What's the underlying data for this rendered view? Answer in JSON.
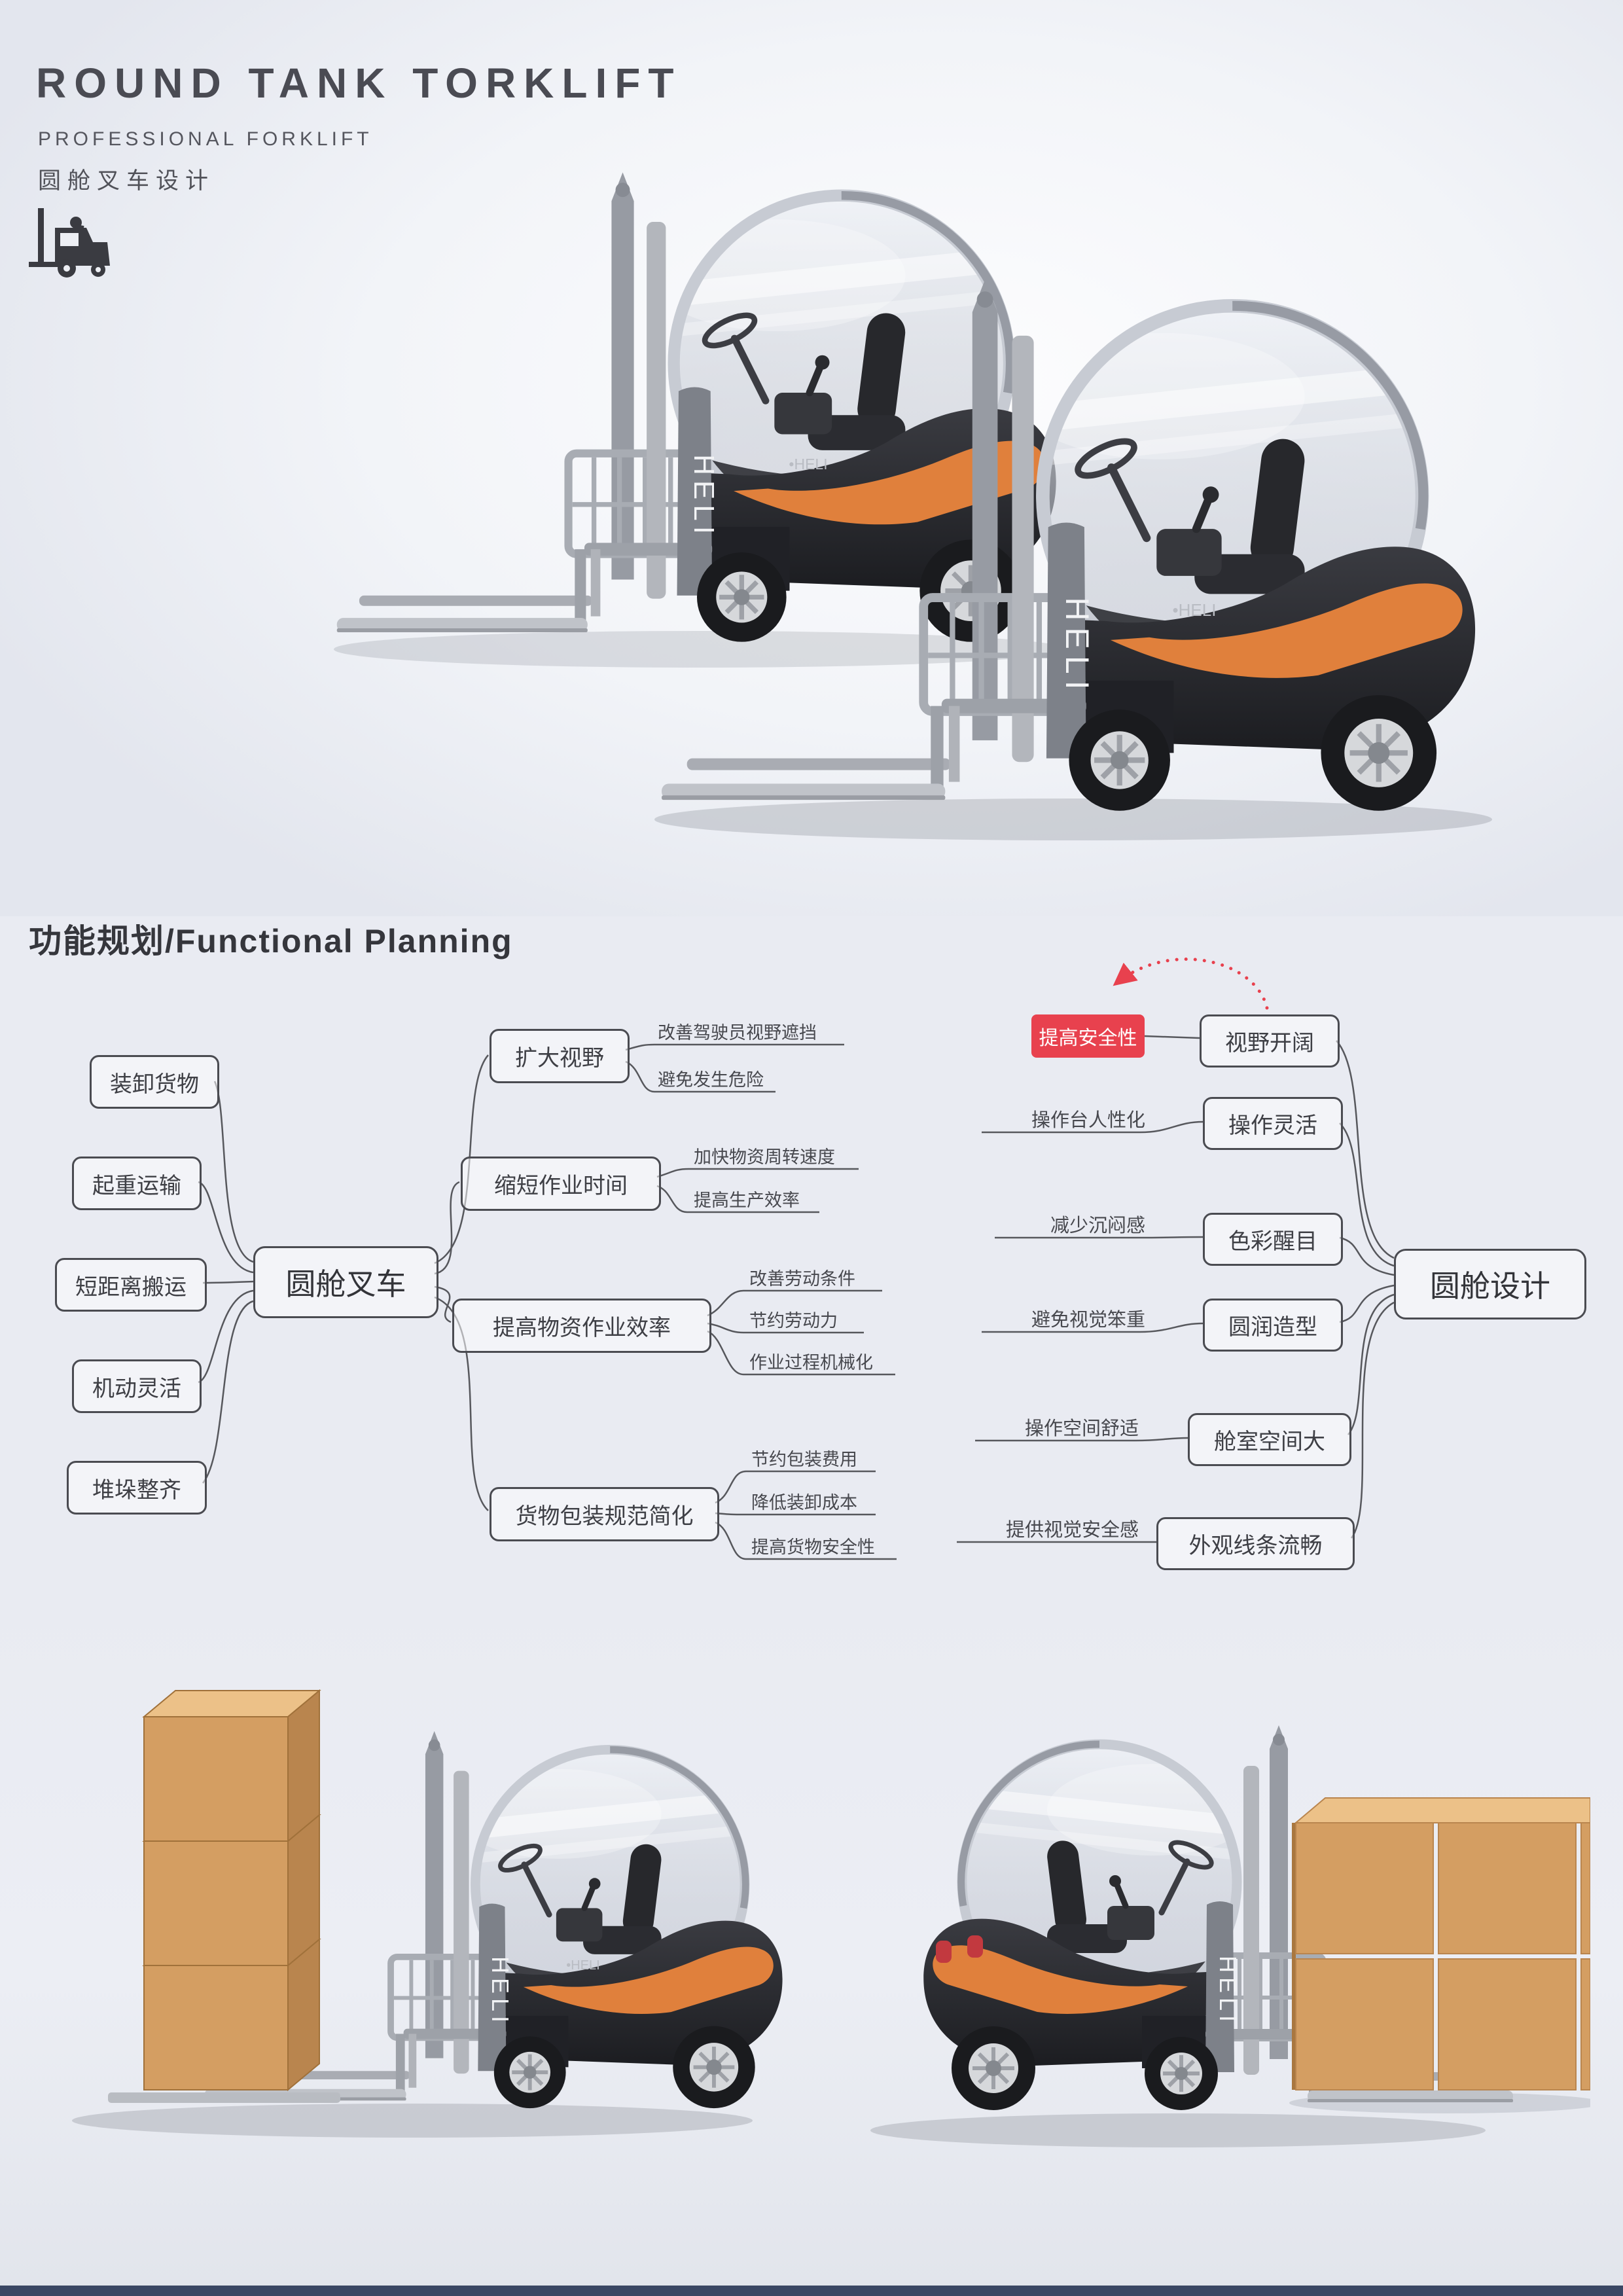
{
  "header": {
    "title": "ROUND TANK TORKLIFT",
    "subtitle": "PROFESSIONAL FORKLIFT",
    "subtitle_cn": "圆舱叉车设计"
  },
  "planning": {
    "heading": "功能规划/Functional Planning"
  },
  "mindmap_left": {
    "center": "圆舱叉车",
    "left_nodes": [
      "装卸货物",
      "起重运输",
      "短距离搬运",
      "机动灵活",
      "堆垛整齐"
    ],
    "branches": [
      {
        "label": "扩大视野",
        "leaves": [
          "改善驾驶员视野遮挡",
          "避免发生危险"
        ]
      },
      {
        "label": "缩短作业时间",
        "leaves": [
          "加快物资周转速度",
          "提高生产效率"
        ]
      },
      {
        "label": "提高物资作业效率",
        "leaves": [
          "改善劳动条件",
          "节约劳动力",
          "作业过程机械化"
        ]
      },
      {
        "label": "货物包装规范简化",
        "leaves": [
          "节约包装费用",
          "降低装卸成本",
          "提高货物安全性"
        ]
      }
    ]
  },
  "mindmap_right": {
    "center": "圆舱设计",
    "highlight_color": "#e8414e",
    "branches": [
      {
        "label": "视野开阔",
        "note": "提高安全性"
      },
      {
        "label": "操作灵活",
        "note": "操作台人性化"
      },
      {
        "label": "色彩醒目",
        "note": "减少沉闷感"
      },
      {
        "label": "圆润造型",
        "note": "避免视觉笨重"
      },
      {
        "label": "舱室空间大",
        "note": "操作空间舒适"
      },
      {
        "label": "外观线条流畅",
        "note": "提供视觉安全感"
      }
    ]
  },
  "renders": {
    "brand": "HELI",
    "brand_mark": "•HELI",
    "colors": {
      "body": "#27282c",
      "accent": "#e0803c",
      "glass": "#cdd2dc",
      "box": "#d49e62"
    }
  }
}
